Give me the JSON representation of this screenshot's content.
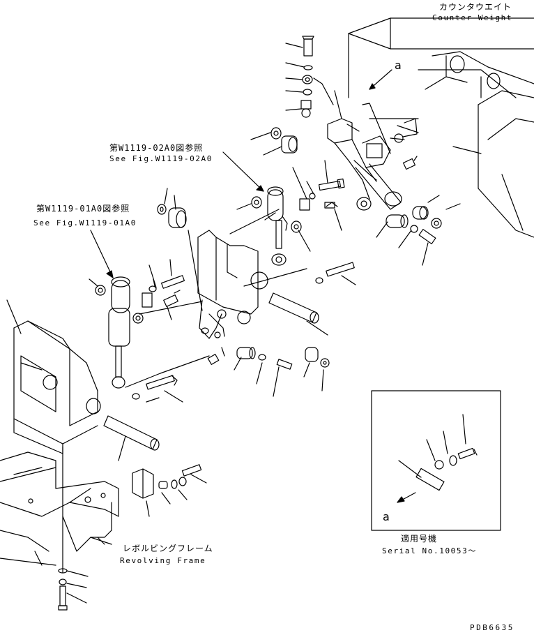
{
  "labels": {
    "counter_weight_jp": "カウンタウエイト",
    "counter_weight_en": "Counter Weight",
    "fig_02a0_jp": "第W1119-02A0図参照",
    "fig_02a0_en": "See Fig.W1119-02A0",
    "fig_01a0_jp": "第W1119-01A0図参照",
    "fig_01a0_en": "See Fig.W1119-01A0",
    "revolving_frame_jp": "レボルビングフレーム",
    "revolving_frame_en": "Revolving Frame",
    "serial_jp": "適用号機",
    "serial_en": "Serial No.10053～",
    "view_a_top": "a",
    "view_a_inset": "a",
    "drawing_no": "PDB6635"
  },
  "colors": {
    "ink": "#000000",
    "paper": "#ffffff"
  }
}
